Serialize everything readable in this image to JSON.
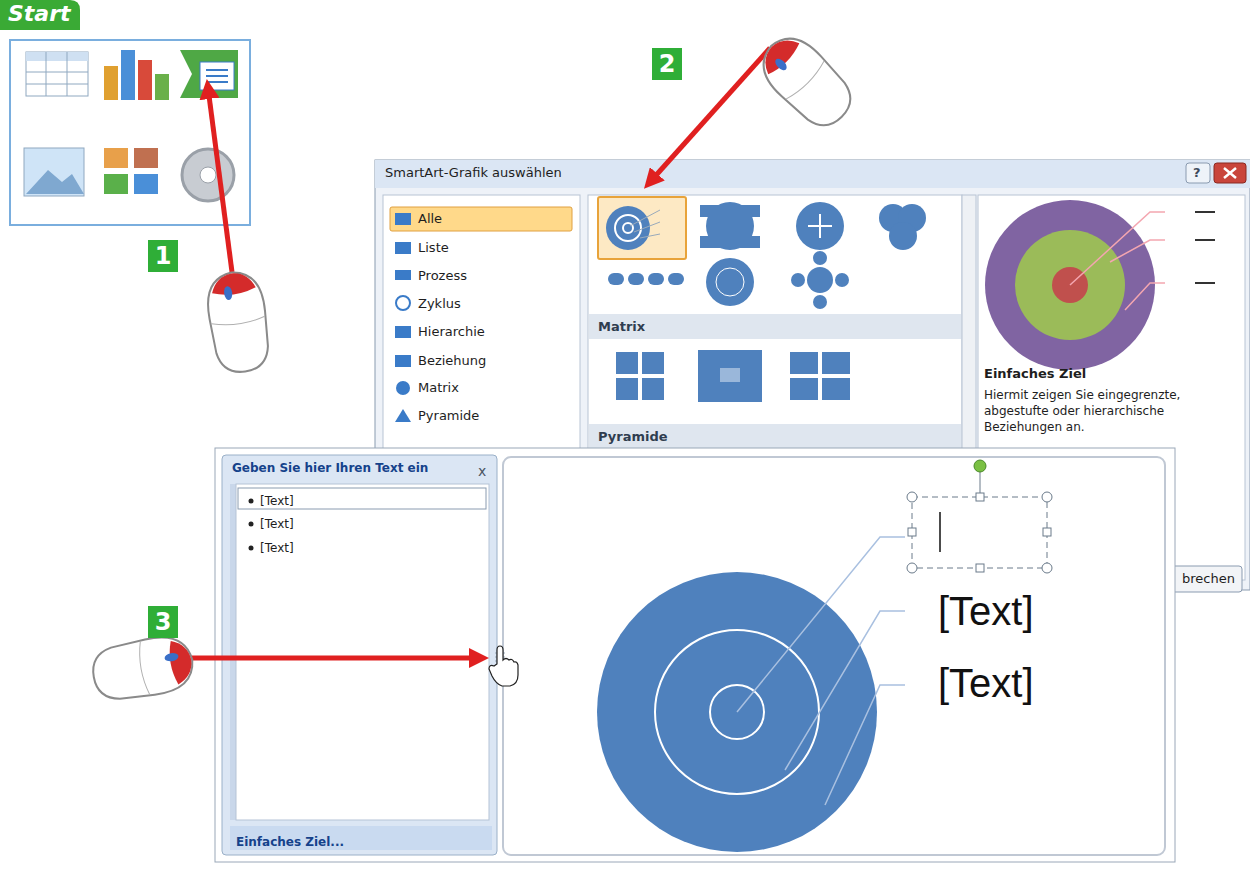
{
  "diagram": {
    "nodes": [
      {
        "text": [
          "SmartArt-Grafik auswählen"
        ]
      },
      {
        "text": [
          "Geben Sie hier Ihren Text ein",
          "Einfaches Ziel..."
        ]
      }
    ],
    "labels": [
      "Start",
      "1",
      "2",
      "?",
      "Alle",
      "Liste",
      "Prozess",
      "Zyklus",
      "Hierarchie",
      "Beziehung",
      "Matrix",
      "Pyramide",
      "Matrix",
      "Pyramide",
      "Einfaches Ziel",
      "Hiermit zeigen Sie eingegrenzte, abgestufte oder hierarchische Beziehungen an.",
      "brechen",
      "3",
      "x",
      "[Text]",
      "[Text]",
      "[Text]",
      "[Text]",
      "[Text]"
    ]
  }
}
